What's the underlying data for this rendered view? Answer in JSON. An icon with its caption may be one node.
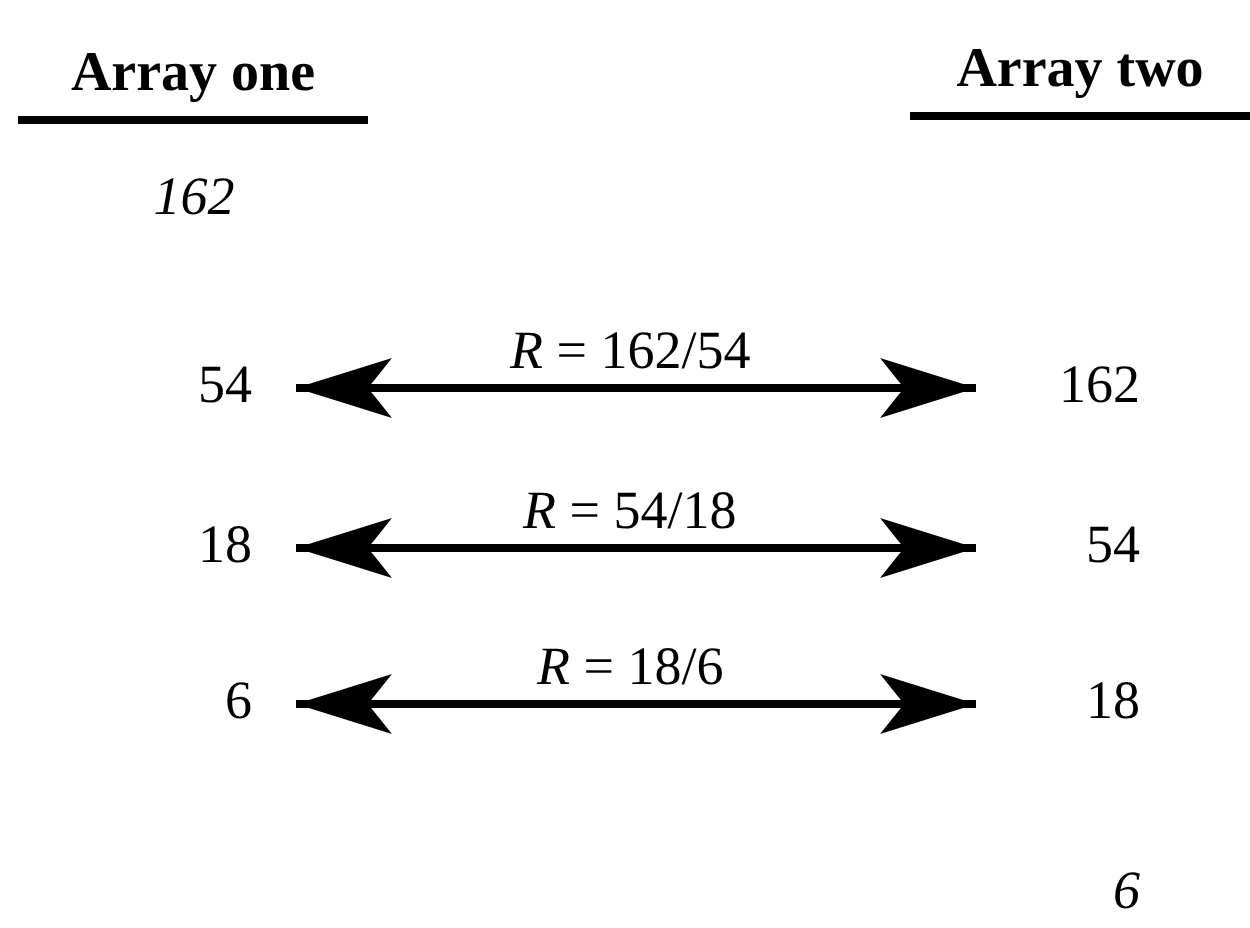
{
  "diagram": {
    "nodes": [
      {
        "text": [
          "54"
        ]
      },
      {
        "text": [
          "18"
        ]
      },
      {
        "text": [
          "6"
        ]
      },
      {
        "text": [
          "162"
        ]
      },
      {
        "text": [
          "54"
        ]
      },
      {
        "text": [
          "18"
        ]
      }
    ],
    "edges": [
      {
        "from": 0,
        "to": 3,
        "arrow": "both",
        "label": "*R* = 162/54"
      },
      {
        "from": 1,
        "to": 4,
        "arrow": "both",
        "label": "*R* = 54/18"
      },
      {
        "from": 2,
        "to": 5,
        "arrow": "both",
        "label": "*R* = 18/6"
      }
    ],
    "labels": [
      "Array one",
      "Array two",
      "162",
      "6"
    ]
  }
}
